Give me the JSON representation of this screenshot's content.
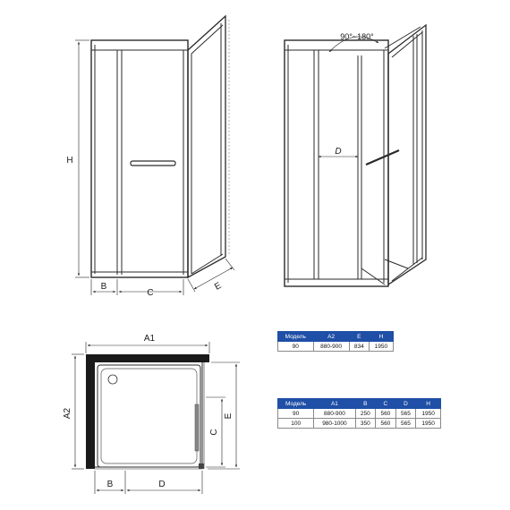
{
  "labels": {
    "h": "H",
    "b": "B",
    "c": "C",
    "e": "E",
    "d": "D",
    "a1": "A1",
    "a2": "A2",
    "angle": "90°~180°"
  },
  "table1": {
    "headers": [
      "Модель",
      "A2",
      "E",
      "H"
    ],
    "rows": [
      [
        "90",
        "880-900",
        "834",
        "1950"
      ]
    ]
  },
  "table2": {
    "headers": [
      "Модель",
      "A1",
      "B",
      "C",
      "D",
      "H"
    ],
    "rows": [
      [
        "90",
        "880-900",
        "250",
        "560",
        "565",
        "1950"
      ],
      [
        "100",
        "980-1000",
        "350",
        "560",
        "565",
        "1950"
      ]
    ]
  },
  "colors": {
    "table_header": "#1f4fa6",
    "line": "#2a2a2a"
  }
}
